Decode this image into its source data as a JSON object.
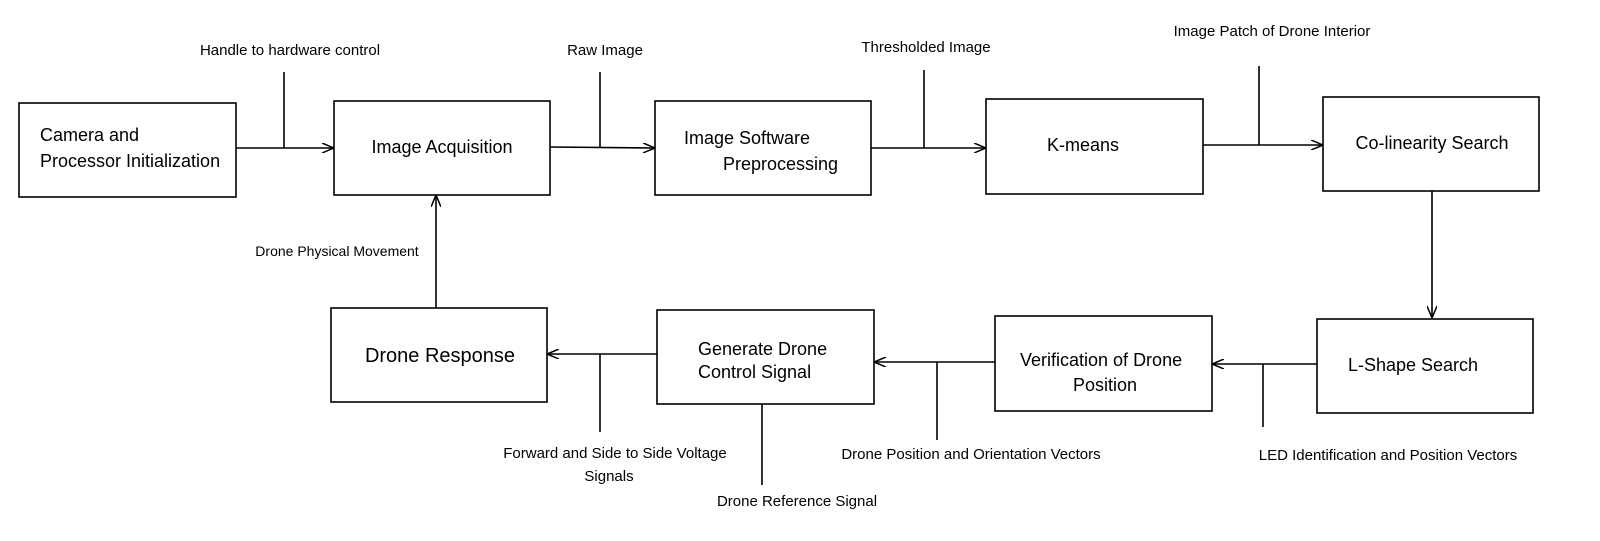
{
  "boxes": {
    "camera_init": {
      "line1": "Camera and",
      "line2": "Processor Initialization"
    },
    "image_acquisition": {
      "label": "Image Acquisition"
    },
    "preprocessing": {
      "line1": "Image Software",
      "line2": "Preprocessing"
    },
    "kmeans": {
      "label": "K-means"
    },
    "colinearity": {
      "label": "Co-linearity Search"
    },
    "lshape": {
      "label": "L-Shape Search"
    },
    "verification": {
      "line1": "Verification of Drone",
      "line2": "Position"
    },
    "control_signal": {
      "line1": "Generate Drone",
      "line2": "Control Signal"
    },
    "drone_response": {
      "label": "Drone Response"
    }
  },
  "signals": {
    "handle_hw": "Handle to hardware control",
    "raw_image": "Raw Image",
    "thresholded": "Thresholded Image",
    "image_patch": "Image Patch of Drone Interior",
    "led_ident": "LED Identification and Position Vectors",
    "pos_orient": "Drone Position and Orientation Vectors",
    "voltage_line1": "Forward and Side to Side Voltage",
    "voltage_line2": "Signals",
    "reference": "Drone Reference Signal",
    "movement": "Drone Physical Movement"
  },
  "colors": {
    "stroke": "#000000",
    "background": "#ffffff"
  }
}
